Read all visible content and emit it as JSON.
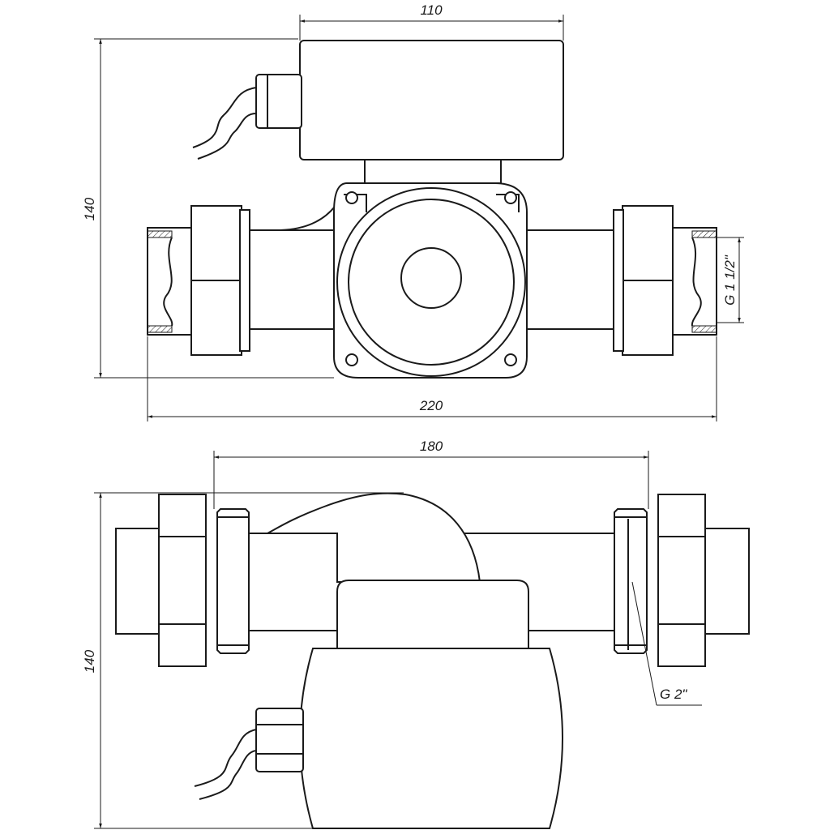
{
  "dimensions": {
    "top_width": "110",
    "top_height": "140",
    "overall_length": "220",
    "top_thread": "G 1 1/2\"",
    "bottom_length": "180",
    "bottom_height": "140",
    "bottom_thread": "G 2\""
  }
}
